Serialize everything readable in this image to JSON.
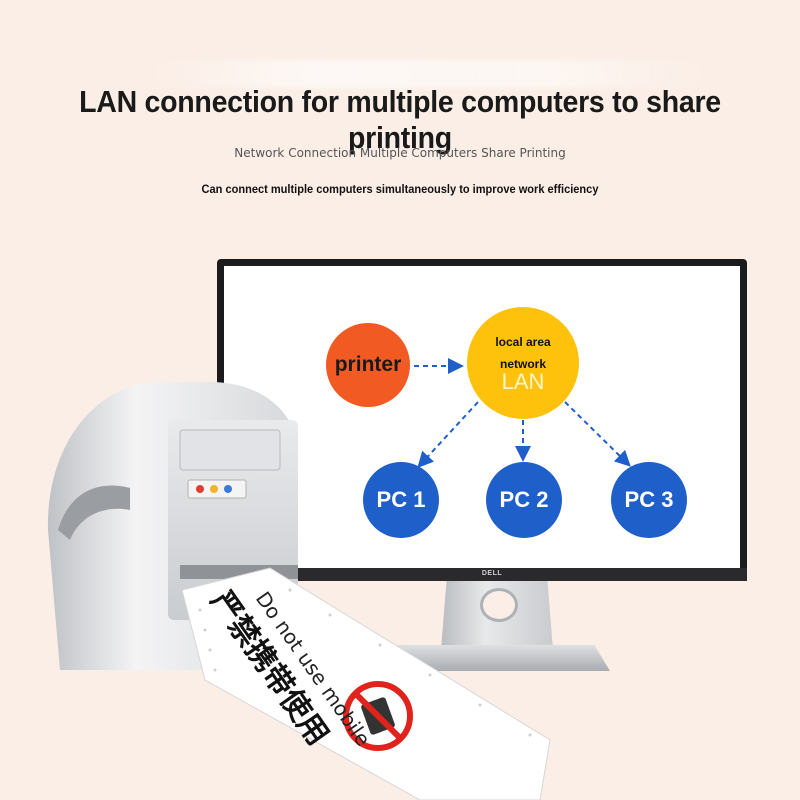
{
  "headline": "LAN connection for multiple computers to share printing",
  "subline": "Network Connection Multiple Computers Share Printing",
  "tagline": "Can connect multiple computers simultaneously to improve work efficiency",
  "monitor": {
    "brand": "DELL",
    "diagram": {
      "printer_node": "printer",
      "lan_node": {
        "line1": "local area",
        "line2": "network",
        "line3": "LAN"
      },
      "pc_nodes": [
        "PC 1",
        "PC 2",
        "PC 3"
      ]
    }
  },
  "label_tape": {
    "english_text": "Do not use mobile",
    "chinese_text": "严禁携带使用"
  },
  "colors": {
    "background": "#fbeee6",
    "printer_node": "#f15a22",
    "lan_node": "#fec20c",
    "pc_node": "#1f5fc9",
    "arrow": "#1f5fc9"
  }
}
